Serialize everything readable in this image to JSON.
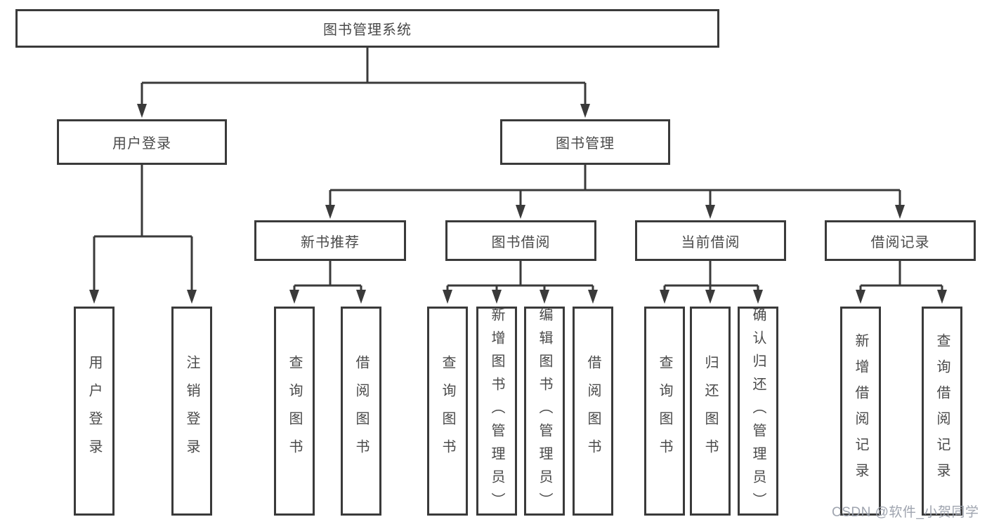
{
  "diagram": {
    "title": "图书管理系统",
    "tree": {
      "label": "图书管理系统",
      "children": [
        {
          "label": "用户登录",
          "children": [
            {
              "label": "用户登录"
            },
            {
              "label": "注销登录"
            }
          ]
        },
        {
          "label": "图书管理",
          "children": [
            {
              "label": "新书推荐",
              "children": [
                {
                  "label": "查询图书"
                },
                {
                  "label": "借阅图书"
                }
              ]
            },
            {
              "label": "图书借阅",
              "children": [
                {
                  "label": "查询图书"
                },
                {
                  "label": "新增图书（管理员）"
                },
                {
                  "label": "编辑图书（管理员）"
                },
                {
                  "label": "借阅图书"
                }
              ]
            },
            {
              "label": "当前借阅",
              "children": [
                {
                  "label": "查询图书"
                },
                {
                  "label": "归还图书"
                },
                {
                  "label": "确认归还（管理员）"
                }
              ]
            },
            {
              "label": "借阅记录",
              "children": [
                {
                  "label": "新增借阅记录"
                },
                {
                  "label": "查询借阅记录"
                }
              ]
            }
          ]
        }
      ]
    }
  },
  "watermark": {
    "text": "CSDN @软件_小贺同学"
  },
  "colors": {
    "line": "#3a3a3a",
    "text": "#4a4a4a",
    "background": "#ffffff",
    "watermark": "#9aa0ab"
  }
}
